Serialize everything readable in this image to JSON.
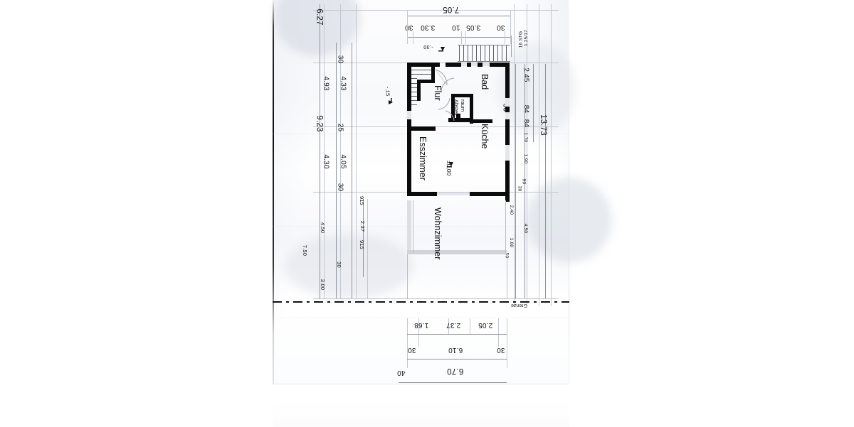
{
  "document": {
    "kind": "architectural-floor-plan-scan",
    "language": "de",
    "orientation_note": "plan rotated 90°, dimension text upside-down"
  },
  "rooms": [
    {
      "id": "flur",
      "label": "Flur"
    },
    {
      "id": "bad",
      "label": "Bad"
    },
    {
      "id": "kueche",
      "label": "Küche"
    },
    {
      "id": "abstellraum",
      "label_line1": "Abstell-",
      "label_line2": "raum"
    },
    {
      "id": "esszimmer",
      "label": "Esszimmer"
    },
    {
      "id": "wohnzimmer",
      "label": "Wohnzimmer"
    }
  ],
  "annotations": {
    "elevation_main": "±0,00",
    "elevation_terrace": "-.15",
    "elevation_entry": "-.30",
    "stairs_line1": "16 STG",
    "stairs_line2": "1.25/17",
    "boundary": "Grenze"
  },
  "dimensions": {
    "top_total": "7.05",
    "top_chain": [
      "30",
      "3.05",
      "10",
      "3.30",
      "30"
    ],
    "left_outer": [
      "6.27",
      "9.23"
    ],
    "left_mid": [
      "4.93",
      "4.30"
    ],
    "left_inner": [
      "30",
      "4.33",
      "25",
      "4.05",
      "30"
    ],
    "left_lower_outer": [
      "7.50",
      "3.00"
    ],
    "left_lower_mid": [
      "4.50",
      "30"
    ],
    "left_lower_inner": [
      "915",
      "2.37",
      "915"
    ],
    "right_total": "13.73",
    "right_outer": [
      "2.45",
      "84",
      "84"
    ],
    "right_mid": [
      "1.70",
      "1.90",
      "90",
      "30",
      "4.50"
    ],
    "right_inner": [
      "30",
      "2.40",
      "1.60",
      "50"
    ],
    "bottom_row1": [
      "1.68",
      "2.37",
      "2.05"
    ],
    "bottom_row2": [
      "30",
      "6.10",
      "30"
    ],
    "bottom_row3": [
      "40",
      "6.70"
    ]
  },
  "colors": {
    "ink": "#0b0b0b",
    "paper": "#fbfcfd",
    "dimension_gray": "#8d939c",
    "terrace_gray": "#d3d6da"
  }
}
